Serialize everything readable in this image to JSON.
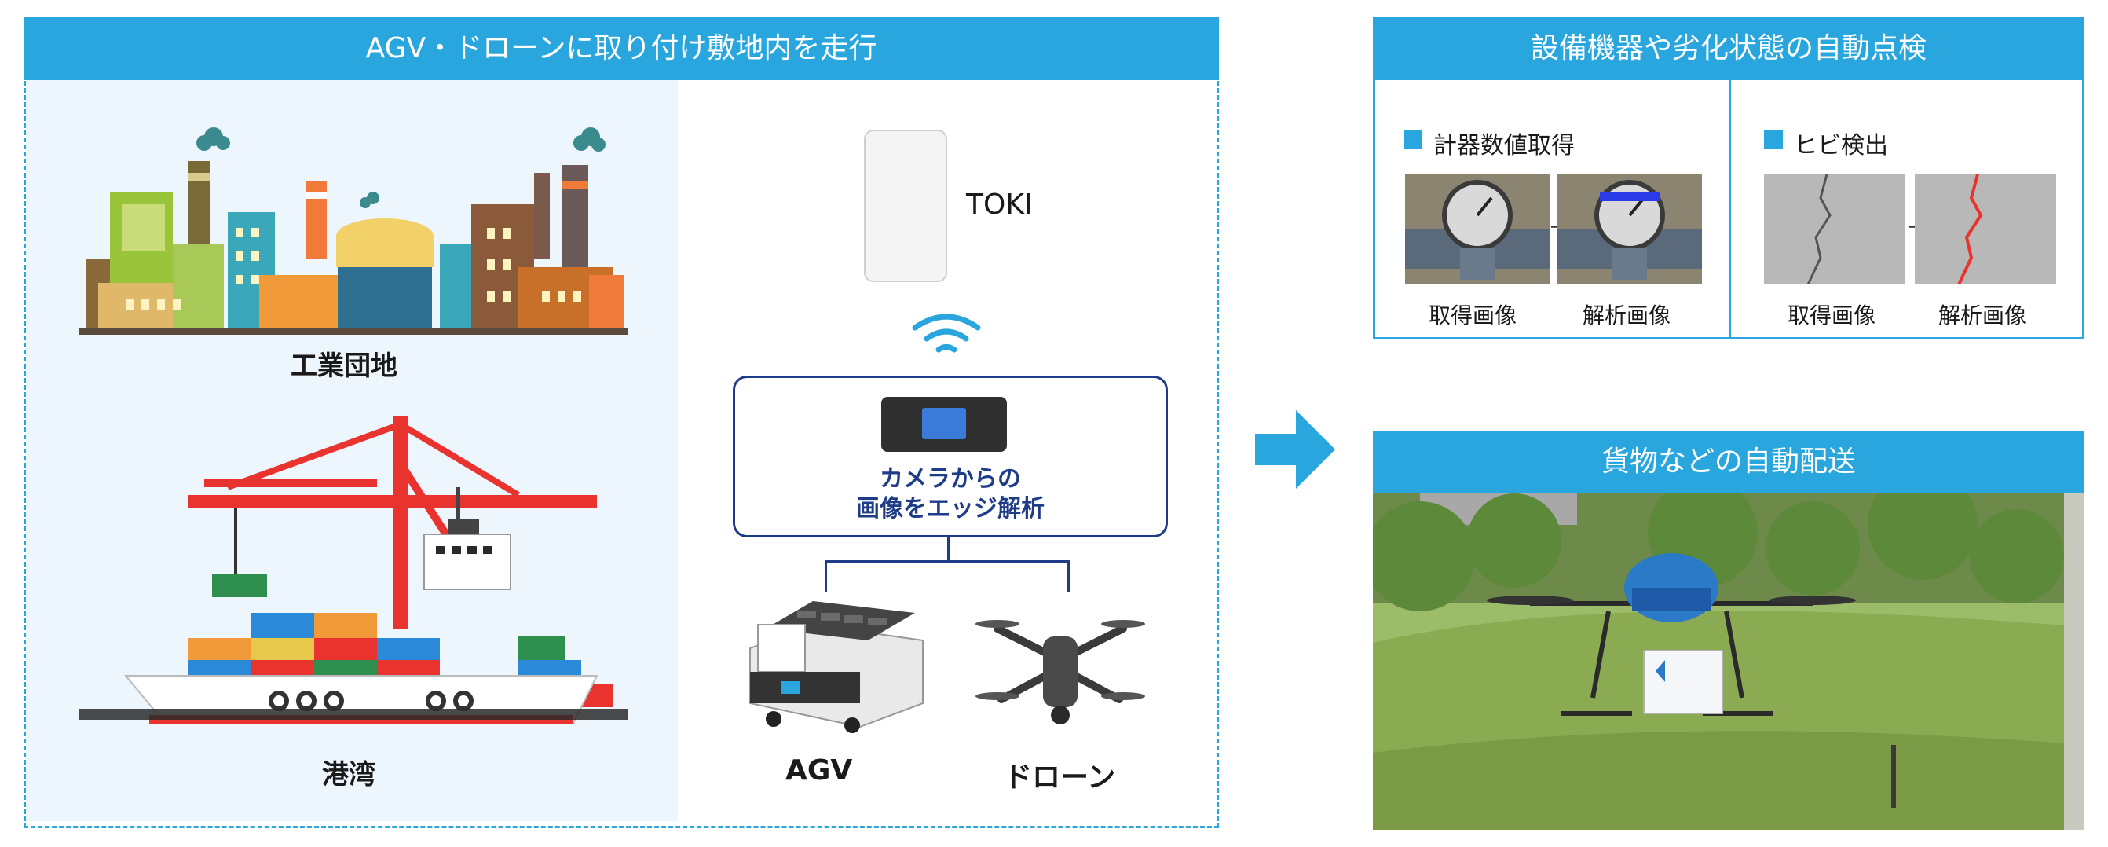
{
  "left_panel": {
    "header": "AGV・ドローンに取り付け敷地内を走行",
    "industrial_label": "工業団地",
    "port_label": "港湾",
    "toki_label": "TOKI",
    "router_caption_line1": "カメラからの",
    "router_caption_line2": "画像をエッジ解析",
    "agv_label": "AGV",
    "drone_label": "ドローン"
  },
  "inspection_panel": {
    "header": "設備機器や劣化状態の自動点検",
    "meter": {
      "title": "計器数値取得",
      "acquired_label": "取得画像",
      "analyzed_label": "解析画像"
    },
    "crack": {
      "title": "ヒビ検出",
      "acquired_label": "取得画像",
      "analyzed_label": "解析画像"
    }
  },
  "delivery_panel": {
    "header": "貨物などの自動配送"
  },
  "colors": {
    "accent_blue": "#2aa6de",
    "navy": "#1f3c88",
    "light_panel": "#eef6fd"
  }
}
